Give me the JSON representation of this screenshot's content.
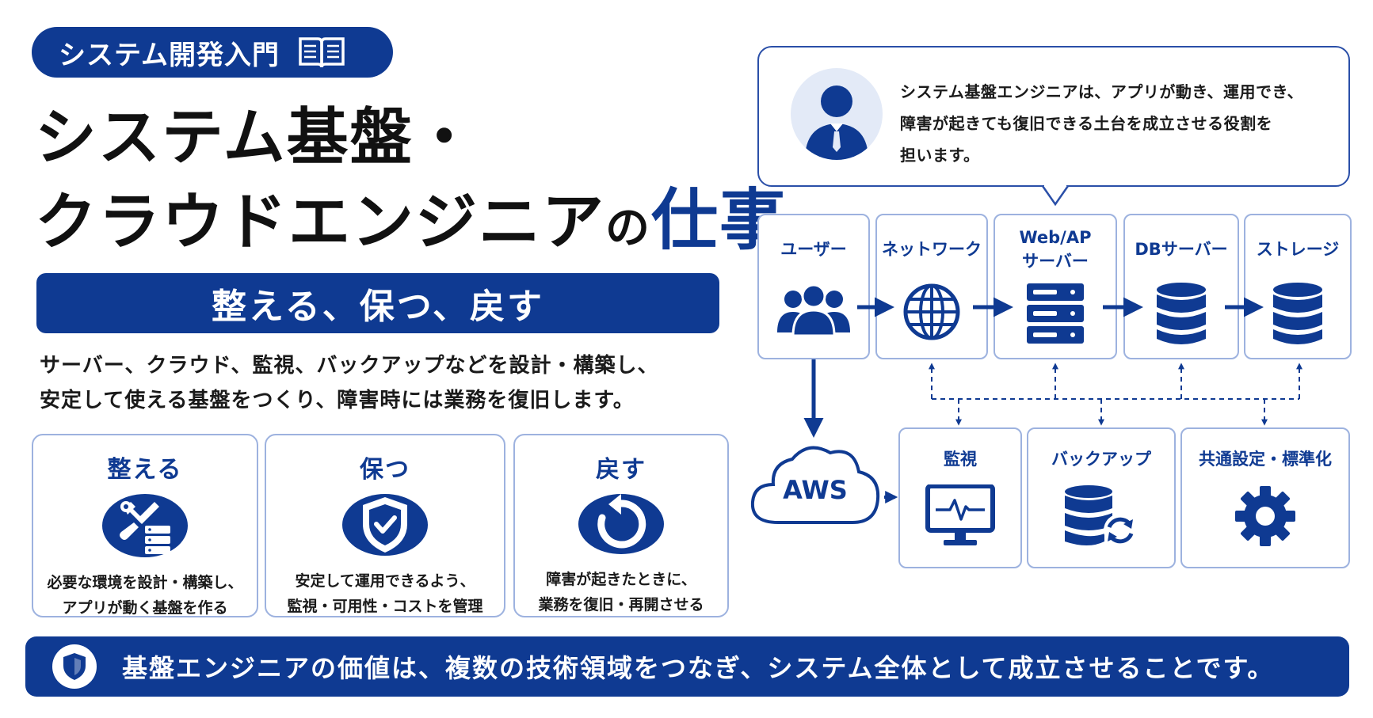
{
  "header": {
    "badge": "システム開発入門",
    "title_line1": "システム基盤・",
    "title_line2_main": "クラウドエンジニア",
    "title_line2_particle": "の",
    "title_line2_emph": "仕事",
    "tagline": "整える、保つ、戻す",
    "description_line1": "サーバー、クラウド、監視、バックアップなどを設計・構築し、",
    "description_line2": "安定して使える基盤をつくり、障害時には業務を復旧します。"
  },
  "roles": [
    {
      "title": "整える",
      "line1": "必要な環境を設計・構築し、",
      "line2": "アプリが動く基盤を作る",
      "icon": "tools-server-icon"
    },
    {
      "title": "保つ",
      "line1": "安定して運用できるよう、",
      "line2": "監視・可用性・コストを管理",
      "icon": "shield-check-icon"
    },
    {
      "title": "戻す",
      "line1": "障害が起きたときに、",
      "line2": "業務を復旧・再開させる",
      "icon": "restore-icon"
    }
  ],
  "bubble": {
    "line1": "システム基盤エンジニアは、アプリが動き、運用でき、",
    "line2": "障害が起きても復旧できる土台を成立させる役割を",
    "line3": "担います。",
    "icon": "person-icon"
  },
  "flow": [
    {
      "label": "ユーザー",
      "icon": "users-icon"
    },
    {
      "label": "ネットワーク",
      "icon": "globe-icon"
    },
    {
      "label": "Web/AP\nサーバー",
      "label_line1": "Web/AP",
      "label_line2": "サーバー",
      "icon": "server-icon"
    },
    {
      "label": "DBサーバー",
      "icon": "database-icon"
    },
    {
      "label": "ストレージ",
      "icon": "storage-icon"
    }
  ],
  "aws_label": "AWS",
  "ops": [
    {
      "label": "監視",
      "icon": "monitor-icon"
    },
    {
      "label": "バックアップ",
      "icon": "backup-icon"
    },
    {
      "label": "共通設定・標準化",
      "icon": "gear-icon"
    }
  ],
  "footer": {
    "text": "基盤エンジニアの価値は、複数の技術領域をつなぎ、システム全体として成立させることです。",
    "icon": "shield-icon"
  },
  "colors": {
    "navy": "#0f3a92",
    "border": "#9db2df",
    "white": "#ffffff"
  }
}
